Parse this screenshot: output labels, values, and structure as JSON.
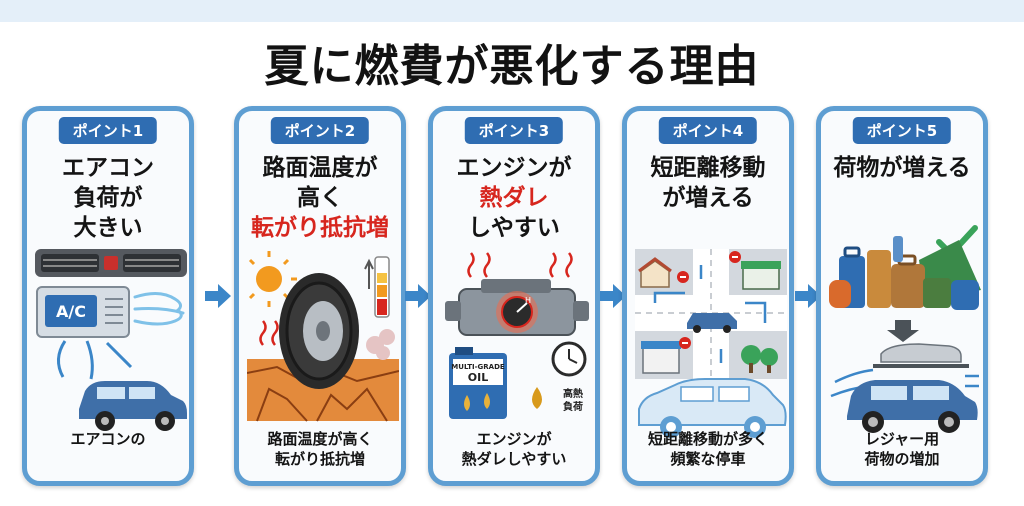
{
  "title": "夏に燃費が悪化する理由",
  "points": [
    {
      "badge": "ポイント1",
      "heading": [
        "エアコン",
        "負荷が",
        "大きい"
      ],
      "caption": [
        "エアコンの"
      ],
      "ac_label": "A/C"
    },
    {
      "badge": "ポイント2",
      "heading": [
        "路面温度が",
        "高く",
        "転がり抵抗増"
      ],
      "caption": [
        "路面温度が高く",
        "転がり抵抗増"
      ]
    },
    {
      "badge": "ポイント3",
      "heading": [
        "エンジンが",
        "熱ダレ",
        "しやすい"
      ],
      "caption": [
        "エンジンが",
        "熱ダレしやすい"
      ],
      "oil_label_1": "MULTI-GRADE",
      "oil_label_2": "OIL",
      "gauge_label": "H",
      "heat_label_1": "高熱",
      "heat_label_2": "負荷"
    },
    {
      "badge": "ポイント4",
      "heading": [
        "短距離移動",
        "が増える"
      ],
      "caption": [
        "短距離移動が多く",
        "頻繁な停車"
      ]
    },
    {
      "badge": "ポイント5",
      "heading": [
        "荷物が増える"
      ],
      "caption": [
        "レジャー用",
        "荷物の増加"
      ]
    }
  ],
  "colors": {
    "border": "#5e9ed2",
    "badge": "#2f6db2",
    "accent_red": "#d7261e",
    "car_blue": "#3f6fa8",
    "arrow_blue": "#3b86c8",
    "check_green": "#3aa35a"
  }
}
